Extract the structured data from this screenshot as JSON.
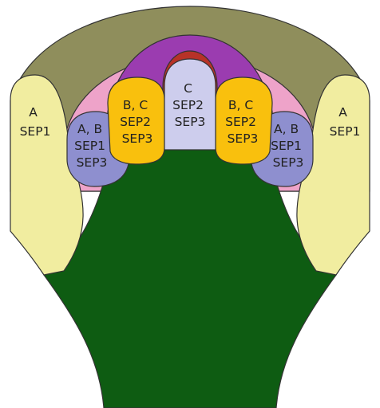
{
  "colors": {
    "outer_band": "#8F8E5C",
    "sepal": "#F1EDA0",
    "pink_band": "#EEA3C9",
    "purple_band": "#9B3CB0",
    "red_band": "#B73228",
    "petal": "#8E8FCF",
    "stamen": "#F9C00D",
    "carpel": "#CDCDED",
    "receptacle": "#0E5C12",
    "background": "#FFFFFF"
  },
  "labels": {
    "sepal_left": [
      "A",
      "SEP1"
    ],
    "sepal_right": [
      "A",
      "SEP1"
    ],
    "petal_left": [
      "A, B",
      "SEP1",
      "SEP3"
    ],
    "petal_right": [
      "A, B",
      "SEP1",
      "SEP3"
    ],
    "stamen_left": [
      "B, C",
      "SEP2",
      "SEP3"
    ],
    "stamen_right": [
      "B, C",
      "SEP2",
      "SEP3"
    ],
    "carpel": [
      "C",
      "SEP2",
      "SEP3"
    ]
  }
}
